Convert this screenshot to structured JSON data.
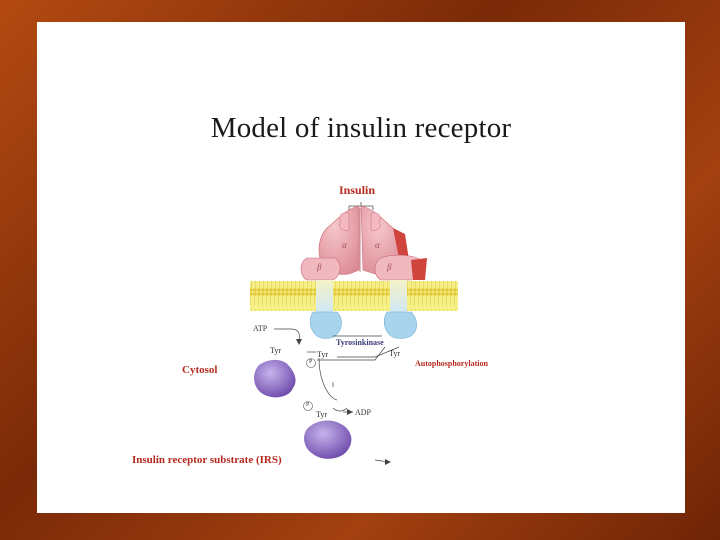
{
  "slide": {
    "title": "Model of insulin receptor"
  },
  "diagram": {
    "labels": {
      "insulin": "Insulin",
      "alpha_left": "α",
      "alpha_right": "α",
      "beta_left": "β",
      "beta_right": "β",
      "atp": "ATP",
      "tyr_left": "Tyr",
      "tyr_center": "Tyr",
      "tyr_right": "Tyr",
      "tyrosine_kinase": "Tyrosinkinase",
      "autophosphorylation": "Autophosphorylation",
      "cytosol": "Cytosol",
      "phosphate_center": "P",
      "phosphate_lower": "P",
      "tyr_lower": "Tyr",
      "adp": "ADP",
      "irs": "Insulin receptor substrate (IRS)"
    },
    "colors": {
      "alpha_subunit": "#e8a3ab",
      "beta_subunit": "#efb2b8",
      "membrane": "#f3ea6a",
      "intracellular_domain": "#a8d4ee",
      "protein": "#8f6cc4",
      "label_red": "#b52a1e"
    }
  }
}
